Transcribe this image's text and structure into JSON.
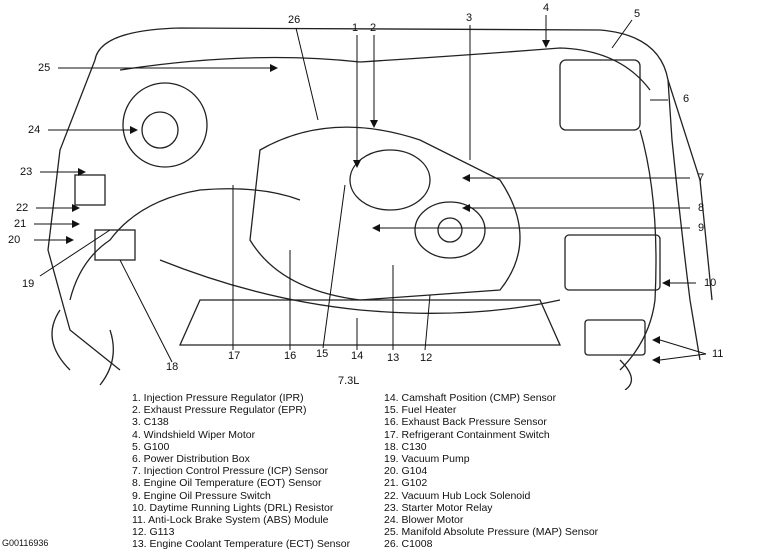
{
  "engine_label": "7.3L",
  "figure_code": "G00116936",
  "callouts": [
    "1",
    "2",
    "3",
    "4",
    "5",
    "6",
    "7",
    "8",
    "9",
    "10",
    "11",
    "12",
    "13",
    "14",
    "15",
    "16",
    "17",
    "18",
    "19",
    "20",
    "21",
    "22",
    "23",
    "24",
    "25",
    "26"
  ],
  "legend_left": [
    "1. Injection Pressure Regulator (IPR)",
    "2. Exhaust Pressure Regulator (EPR)",
    "3. C138",
    "4. Windshield Wiper Motor",
    "5. G100",
    "6. Power Distribution Box",
    "7. Injection Control Pressure (ICP) Sensor",
    "8. Engine Oil Temperature (EOT) Sensor",
    "9. Engine Oil Pressure Switch",
    "10. Daytime Running Lights (DRL) Resistor",
    "11. Anti-Lock Brake System (ABS) Module",
    "12. G113",
    "13. Engine Coolant Temperature (ECT) Sensor"
  ],
  "legend_right": [
    "14. Camshaft Position (CMP) Sensor",
    "15. Fuel Heater",
    "16. Exhaust Back Pressure Sensor",
    "17. Refrigerant Containment Switch",
    "18. C130",
    "19. Vacuum Pump",
    "20. G104",
    "21. G102",
    "22. Vacuum Hub Lock Solenoid",
    "23. Starter Motor Relay",
    "24. Blower Motor",
    "25. Manifold Absolute Pressure (MAP) Sensor",
    "26. C1008"
  ]
}
